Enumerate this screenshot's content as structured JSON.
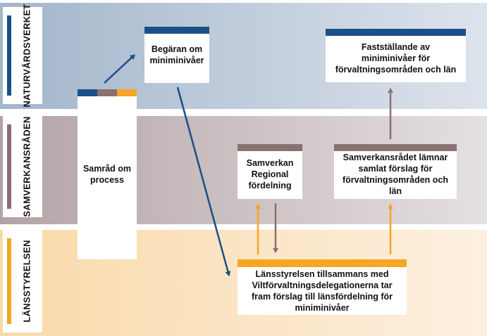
{
  "lanes": [
    {
      "label": "NATURVÅRDSVERKET",
      "accent": "#1b4f88"
    },
    {
      "label": "SAMVERKANSRÅDEN",
      "accent": "#8a7073"
    },
    {
      "label": "LÄNSSTYRELSEN",
      "accent": "#f5a623"
    }
  ],
  "boxes": {
    "samrad": "Samråd om process",
    "begaran": "Begäran om miniminivåer",
    "faststallande": "Fastställande av miniminivåer för förvaltningsområden och län",
    "samverkan_regional": "Samverkan Regional fördelning",
    "samverkansradet": "Samverkansrådet lämnar samlat förslag för förvaltningsområden och län",
    "lansstyrelsen": "Länsstyrelsen tillsammans med Viltförvaltningsdelegationerna tar fram förslag till länsfördelning för miniminivåer"
  },
  "colors": {
    "blue": "#1b4f88",
    "mauve": "#8a7073",
    "orange": "#f5a623"
  }
}
